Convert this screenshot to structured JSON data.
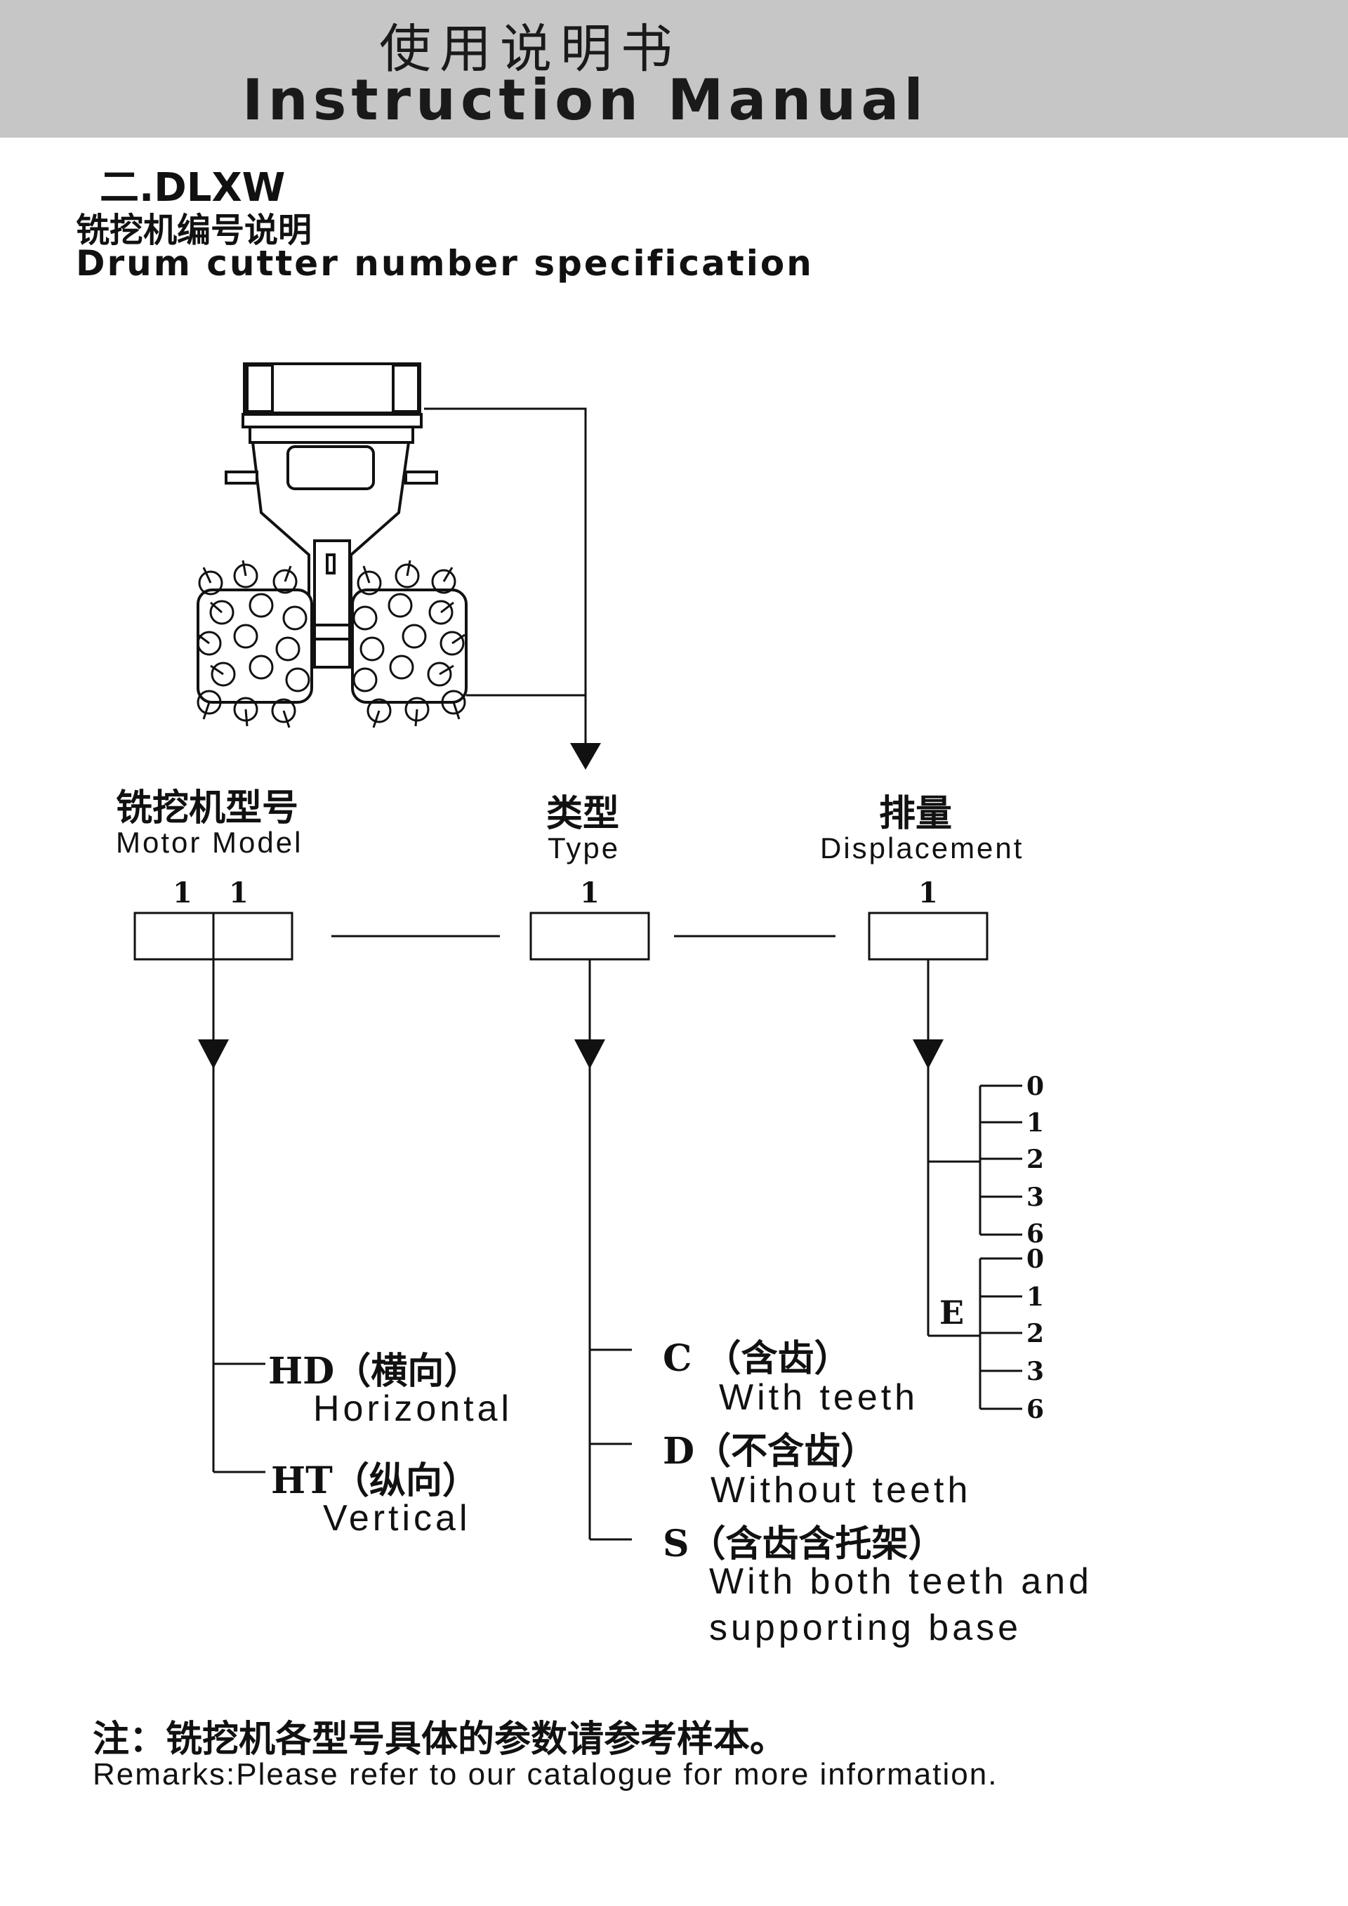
{
  "header": {
    "title_cn": "使用说明书",
    "title_en": "Instruction Manual"
  },
  "section": {
    "number": "二.DLXW",
    "title_cn": "铣挖机编号说明",
    "title_en": "Drum cutter number specification"
  },
  "columns": {
    "motor": {
      "cn": "铣挖机型号",
      "en": "Motor  Model",
      "digits": [
        "1",
        "1"
      ]
    },
    "type": {
      "cn": "类型",
      "en": "Type",
      "digit": "1"
    },
    "displacement": {
      "cn": "排量",
      "en": "Displacement",
      "digit": "1"
    }
  },
  "motor_options": [
    {
      "code": "HD（横向）",
      "en": "Horizontal"
    },
    {
      "code": "HT（纵向）",
      "en": "Vertical"
    }
  ],
  "type_options": [
    {
      "code": "C （含齿）",
      "en": "With  teeth"
    },
    {
      "code": "D（不含齿）",
      "en": "Without  teeth"
    },
    {
      "code": "S（含齿含托架）",
      "en_line1": "With  both  teeth  and",
      "en_line2": "supporting  base"
    }
  ],
  "displacement_options": {
    "standard": [
      "0",
      "1",
      "2",
      "3",
      "6"
    ],
    "e_label": "E",
    "extended": [
      "0",
      "1",
      "2",
      "3",
      "6"
    ]
  },
  "remarks": {
    "cn": "注：铣挖机各型号具体的参数请参考样本。",
    "en": "Remarks:Please refer to our catalogue for more information."
  }
}
